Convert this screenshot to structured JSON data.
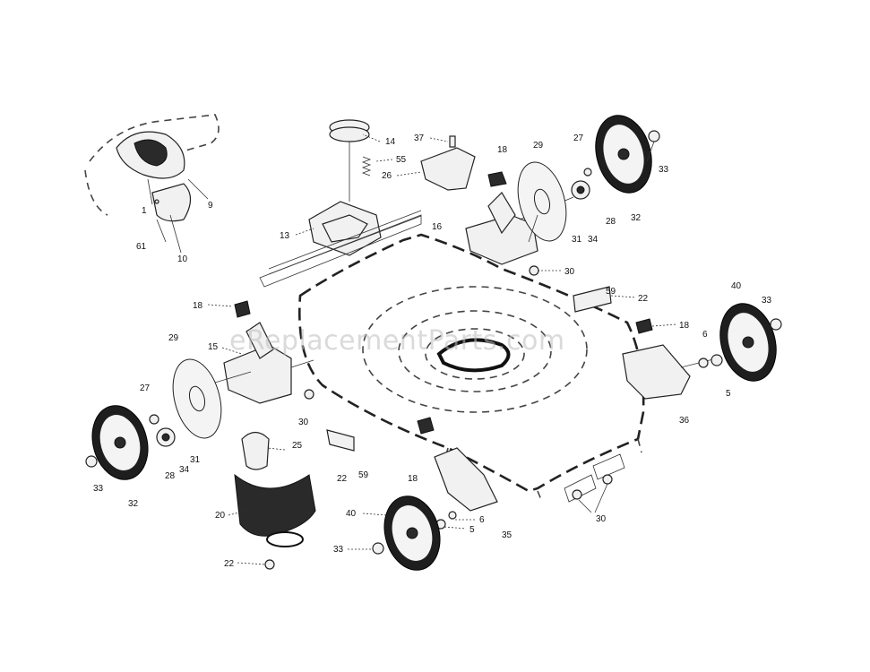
{
  "watermark": "eReplacementParts.com",
  "labels": [
    "1",
    "9",
    "61",
    "10",
    "14",
    "55",
    "13",
    "37",
    "26",
    "18",
    "29",
    "27",
    "33",
    "16",
    "28",
    "31",
    "34",
    "32",
    "30",
    "59",
    "22",
    "40",
    "33",
    "18",
    "6",
    "5",
    "36",
    "18",
    "15",
    "29",
    "27",
    "30",
    "28",
    "34",
    "31",
    "33",
    "32",
    "25",
    "59",
    "22",
    "18",
    "20",
    "22",
    "40",
    "33",
    "6",
    "5",
    "35",
    "30"
  ]
}
